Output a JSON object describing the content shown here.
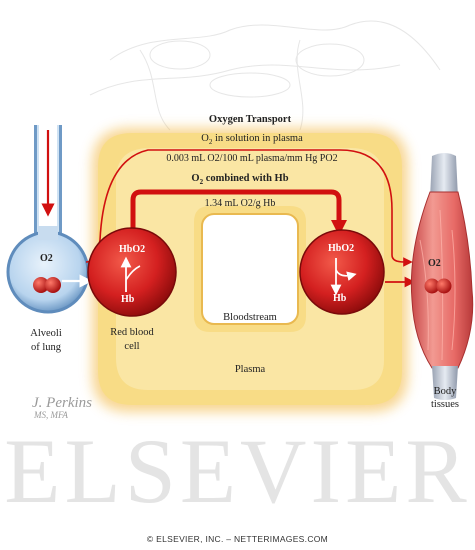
{
  "title": "Oxygen Transport",
  "plasma_path": {
    "line1": "O",
    "line1_sub": "2",
    "line1_rest": " in solution in plasma",
    "rate": "0.003 mL O2/100 mL plasma/mm Hg PO2"
  },
  "hb_path": {
    "label_o": "O",
    "label_sub": "2",
    "label_rest": " combined with Hb",
    "rate": "1.34 mL O2/g Hb"
  },
  "labels": {
    "alveoli_o2": "O2",
    "alveoli_line1": "Alveoli",
    "alveoli_line2": "of lung",
    "rbc_left_top": "HbO2",
    "rbc_left_bottom": "Hb",
    "rbc_left_line1": "Red blood",
    "rbc_left_line2": "cell",
    "rbc_right_top": "HbO2",
    "rbc_right_bottom": "Hb",
    "bloodstream": "Bloodstream",
    "plasma": "Plasma",
    "tissue_o2": "O2",
    "tissue_line1": "Body",
    "tissue_line2": "tissues"
  },
  "signature": {
    "name": "J. Perkins",
    "degree": "MS, MFA"
  },
  "watermark": "ELSEVIER",
  "copyright": "© ELSEVIER, INC. – NETTERIMAGES.COM",
  "colors": {
    "plasma_yellow": "#f7d77c",
    "plasma_glow": "#f4b840",
    "red_cell": "#d42020",
    "arrow_red": "#d11010",
    "alveoli_blue": "#9ec3e3",
    "muscle_pink": "#e87a7a"
  }
}
